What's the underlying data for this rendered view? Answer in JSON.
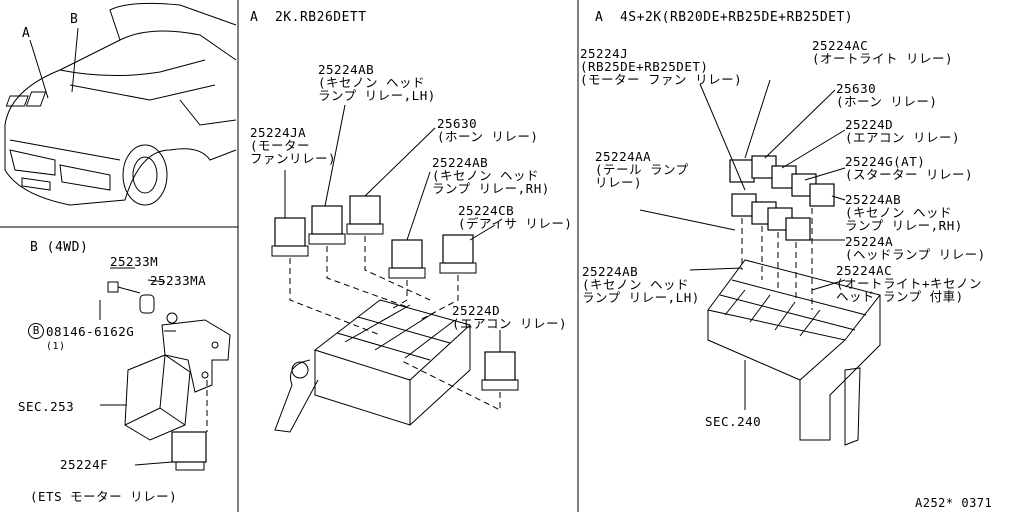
{
  "car_view": {
    "label_a": "A",
    "label_b": "B"
  },
  "panel_b": {
    "title": "B (4WD)",
    "labels": [
      {
        "key": "p25233m",
        "text": "25233M"
      },
      {
        "key": "p25233ma",
        "text": "25233MA"
      },
      {
        "key": "bolt",
        "text": "08146-6162G"
      },
      {
        "key": "bolt_qty",
        "text": "(1)"
      },
      {
        "key": "sec253",
        "text": "SEC.253"
      },
      {
        "key": "p25224f",
        "text": "25224F"
      },
      {
        "key": "ets",
        "text": "(ETS モーター リレー)"
      }
    ],
    "bolt_symbol": "B"
  },
  "panel_a1": {
    "title": "A  2K.RB26DETT",
    "labels": [
      {
        "key": "ab_lh",
        "text": "25224AB\n(キセノン ヘッド\nランプ リレー,LH)"
      },
      {
        "key": "ja",
        "text": "25224JA\n(モーター\nファンリレー)"
      },
      {
        "key": "horn",
        "text": "25630\n(ホーン リレー)"
      },
      {
        "key": "ab_rh",
        "text": "25224AB\n(キセノン ヘッド\nランプ リレー,RH)"
      },
      {
        "key": "cb",
        "text": "25224CB\n(デアイサ リレー)"
      },
      {
        "key": "d",
        "text": "25224D\n(エアコン リレー)"
      }
    ]
  },
  "panel_a2": {
    "title": "A  4S+2K(RB20DE+RB25DE+RB25DET)",
    "labels": [
      {
        "key": "j",
        "text": "25224J\n(RB25DE+RB25DET)\n(モーター ファン リレー)"
      },
      {
        "key": "ac",
        "text": "25224AC\n(オートライト リレー)"
      },
      {
        "key": "horn",
        "text": "25630\n(ホーン リレー)"
      },
      {
        "key": "d",
        "text": "25224D\n(エアコン リレー)"
      },
      {
        "key": "aa",
        "text": "25224AA\n(テール ランプ\nリレー)"
      },
      {
        "key": "g",
        "text": "25224G(AT)\n(スターター リレー)"
      },
      {
        "key": "ab_rh",
        "text": "25224AB\n(キセノン ヘッド\nランプ リレー,RH)"
      },
      {
        "key": "a",
        "text": "25224A\n(ヘッドランプ リレー)"
      },
      {
        "key": "ab_lh",
        "text": "25224AB\n(キセノン ヘッド\nランプ リレー,LH)"
      },
      {
        "key": "ac2",
        "text": "25224AC\n(オートライト+キセノン\nヘッド ランプ 付車)"
      },
      {
        "key": "sec240",
        "text": "SEC.240"
      }
    ]
  },
  "footer": {
    "code": "A252* 0371"
  }
}
